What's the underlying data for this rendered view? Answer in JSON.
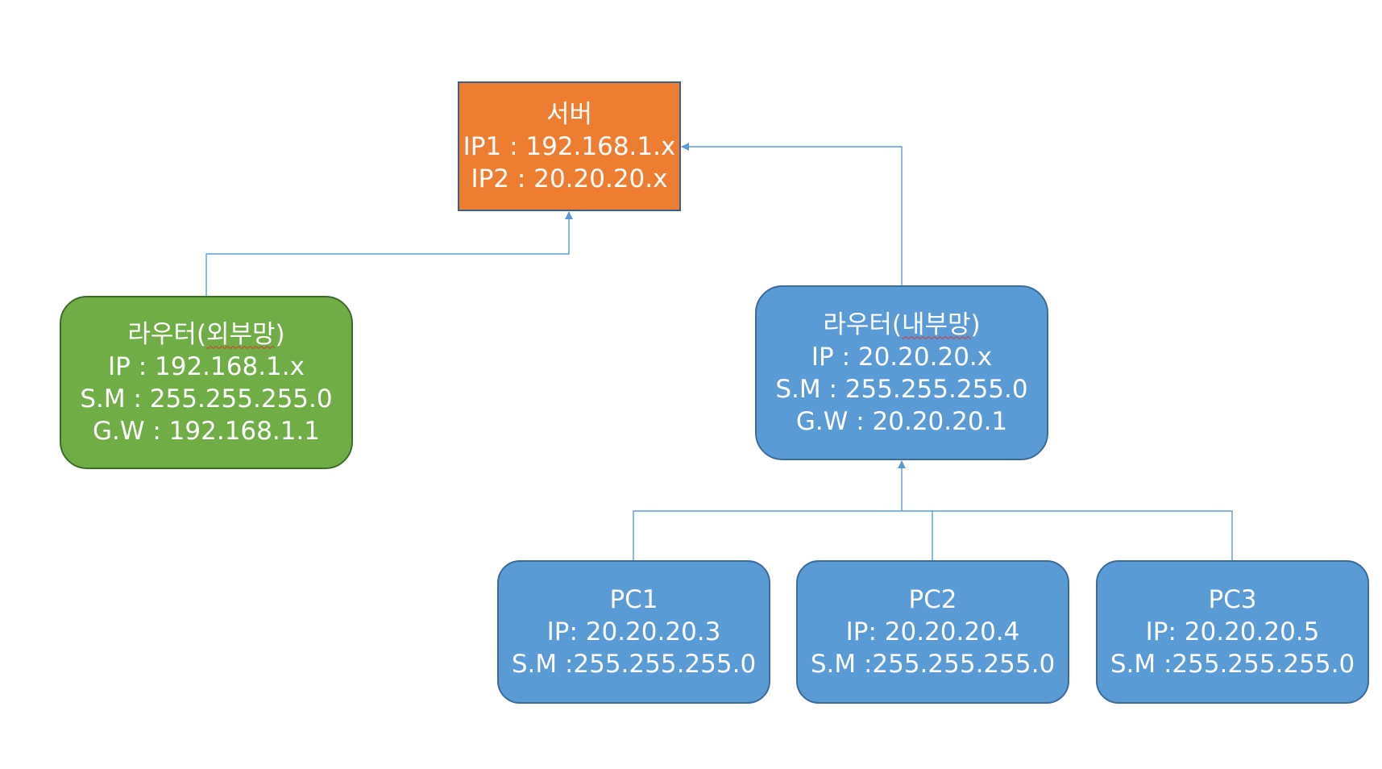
{
  "colors": {
    "server": "#ed7d31",
    "router_external": "#70ad47",
    "router_internal": "#5b9bd5",
    "pc": "#5b9bd5",
    "connector": "#5b9bd5",
    "text": "#ffffff"
  },
  "nodes": {
    "server": {
      "title": "서버",
      "ip1": "IP1 : 192.168.1.x",
      "ip2": "IP2 : 20.20.20.x"
    },
    "router_external": {
      "title_prefix": "라우터(",
      "title_marked": "외부망",
      "title_suffix": ")",
      "ip": "IP : 192.168.1.x",
      "sm": "S.M : 255.255.255.0",
      "gw": "G.W : 192.168.1.1"
    },
    "router_internal": {
      "title_prefix": "라우터(",
      "title_marked": "내부망",
      "title_suffix": ")",
      "ip": "IP : 20.20.20.x",
      "sm": "S.M : 255.255.255.0",
      "gw": "G.W : 20.20.20.1"
    },
    "pcs": [
      {
        "name": "PC1",
        "ip": "IP: 20.20.20.3",
        "sm": "S.M :255.255.255.0"
      },
      {
        "name": "PC2",
        "ip": "IP: 20.20.20.4",
        "sm": "S.M :255.255.255.0"
      },
      {
        "name": "PC3",
        "ip": "IP: 20.20.20.5",
        "sm": "S.M :255.255.255.0"
      }
    ]
  }
}
